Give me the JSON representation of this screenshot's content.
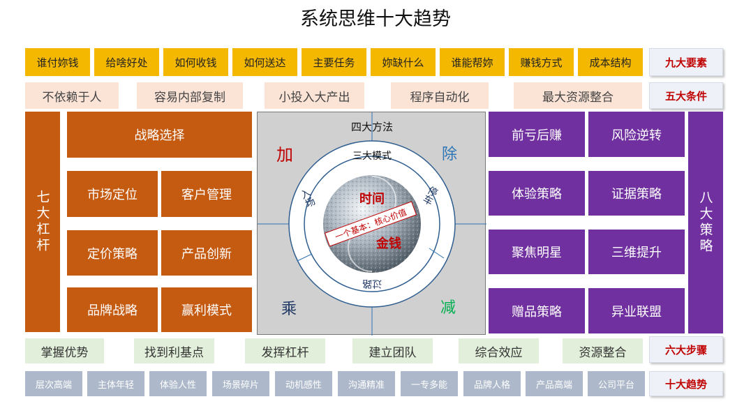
{
  "title": "系统思维十大趋势",
  "row1": {
    "items": [
      "谁付妳钱",
      "给啥好处",
      "如何收钱",
      "如何送达",
      "主要任务",
      "妳缺什么",
      "谁能帮妳",
      "赚钱方式",
      "成本结构"
    ],
    "label": "九大要素"
  },
  "row2": {
    "items": [
      "不依赖于人",
      "容易内部复制",
      "小投入大产出",
      "程序自动化",
      "最大资源整合"
    ],
    "label": "五大条件"
  },
  "left": {
    "vertical_label": "七大杠杆",
    "top": "战略选择",
    "grid": [
      "市场定位",
      "客户管理",
      "定价策略",
      "产品创新",
      "品牌战略",
      "赢利模式"
    ]
  },
  "right": {
    "vertical_label": "八大策略",
    "grid": [
      "前亏后赚",
      "风险逆转",
      "体验策略",
      "证据策略",
      "聚焦明星",
      "三维提升",
      "赠品策略",
      "异业联盟"
    ]
  },
  "center": {
    "four_methods": "四大方法",
    "three_modes": "三大模式",
    "add": "加",
    "divide": "除",
    "multiply": "乘",
    "subtract": "减",
    "entry": "入场",
    "stop": "停车",
    "road": "过路",
    "time": "时间",
    "money": "金钱",
    "core": "一个基本：核心价值"
  },
  "row3": {
    "items": [
      "掌握优势",
      "找到利基点",
      "发挥杠杆",
      "建立团队",
      "综合效应",
      "资源整合"
    ],
    "label": "六大步骤"
  },
  "row4": {
    "items": [
      "层次高端",
      "主体年轻",
      "体验人性",
      "场景碎片",
      "动机感性",
      "沟通精准",
      "一专多能",
      "品牌人格",
      "产品高端",
      "公司平台"
    ],
    "label": "十大趋势"
  },
  "colors": {
    "yellow": "#f5b800",
    "orange": "#c55a11",
    "purple": "#7030a0",
    "red": "#c00000",
    "blue": "#2e75b6",
    "green": "#00b050"
  }
}
